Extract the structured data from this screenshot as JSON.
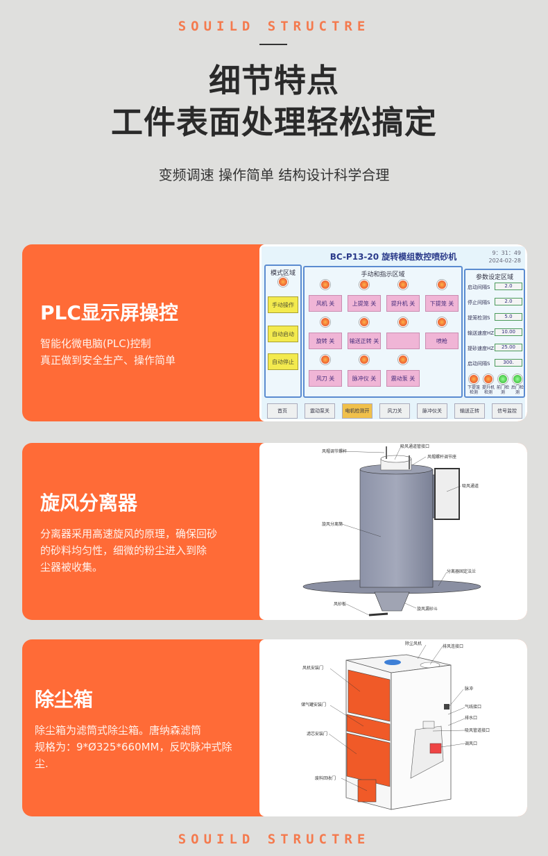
{
  "header": {
    "eyebrow": "SOUILD STRUCTRE",
    "title_line1": "细节特点",
    "title_line2": "工件表面处理轻松搞定",
    "subtitle": "变频调速 操作简单 结构设计科学合理"
  },
  "footer": {
    "eyebrow": "SOUILD STRUCTRE"
  },
  "colors": {
    "accent": "#ff6b37",
    "background": "#dfdfdd",
    "eyebrow": "#f47a4e"
  },
  "features": [
    {
      "title": "PLC显示屏操控",
      "desc_line1": "智能化微电脑(PLC)控制",
      "desc_line2": "真正做到安全生产、操作简单"
    },
    {
      "title": "旋风分离器",
      "desc_line1": "分离器采用高速旋风的原理，确保回砂",
      "desc_line2": "的砂料均匀性，细微的粉尘进入到除",
      "desc_line3": "尘器被收集。"
    },
    {
      "title": "除尘箱",
      "desc_line1": "除尘箱为滤筒式除尘箱。唐纳森滤筒",
      "desc_line2": "规格为：9*Ø325*660MM，反吹脉冲式除",
      "desc_line3": "尘."
    }
  ],
  "plc": {
    "title": "BC-P13-20 旋转模组数控喷砂机",
    "time": "9：31：49",
    "date": "2024-02-28",
    "mode_zone": "模式区域",
    "mode_buttons": [
      "手动操作",
      "自动启动",
      "自动停止"
    ],
    "manual_zone": "手动和指示区域",
    "manual_buttons": [
      "风机 关",
      "上提笼 关",
      "提升机 关",
      "下提笼 关",
      "旋转 关",
      "输送正转 关",
      "",
      "喷枪",
      "风刀 关",
      "脉冲仪 关",
      "震动泵 关"
    ],
    "param_zone": "参数设定区域",
    "params": [
      {
        "label": "启动间隔S",
        "value": "2.0"
      },
      {
        "label": "停止间隔S",
        "value": "2.0"
      },
      {
        "label": "提笼检测S",
        "value": "5.0"
      },
      {
        "label": "输送速度HZ",
        "value": "10.00"
      },
      {
        "label": "提砂速度HZ",
        "value": "25.00"
      },
      {
        "label": "启动间隔S",
        "value": "300."
      }
    ],
    "indicators": [
      "下提笼检测",
      "提升机检测",
      "前门检测",
      "后门检测"
    ],
    "footer_buttons": [
      "首页",
      "震动泵关",
      "电机检测开",
      "风刀关",
      "脉冲仪关",
      "输送正转",
      "信号监控"
    ]
  },
  "cyclone_labels": [
    "风帽调节螺杆",
    "吸风通道管接口",
    "风帽螺杆调节座",
    "吸风通道",
    "旋风分离筒",
    "分离器固定法兰",
    "风砂板",
    "旋风漏砂斗"
  ],
  "dust_labels": [
    "除尘风机",
    "排风连接口",
    "风机安装门",
    "脉冲",
    "气线接口",
    "储气罐安装门",
    "排水口",
    "吸风管道接口",
    "滤芯安装门",
    "调风口",
    "废料回收门"
  ]
}
